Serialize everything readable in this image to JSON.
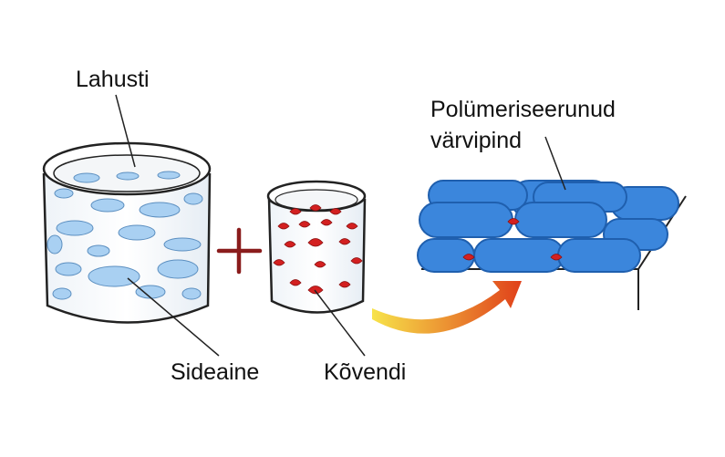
{
  "labels": {
    "solvent": "Lahusti",
    "binder": "Sideaine",
    "hardener": "Kõvendi",
    "film_line1": "Polümeriseerunud",
    "film_line2": "värvipind"
  },
  "colors": {
    "blue_fill": "#3b86dc",
    "blue_dark": "#1f5fae",
    "blue_light": "#a9d0f2",
    "red": "#d32020",
    "plus": "#8a1c1c",
    "arrow_start": "#f7e34a",
    "arrow_end": "#e0401a"
  },
  "icons": {
    "plus": "plus-sign",
    "arrow": "curved-arrow"
  }
}
